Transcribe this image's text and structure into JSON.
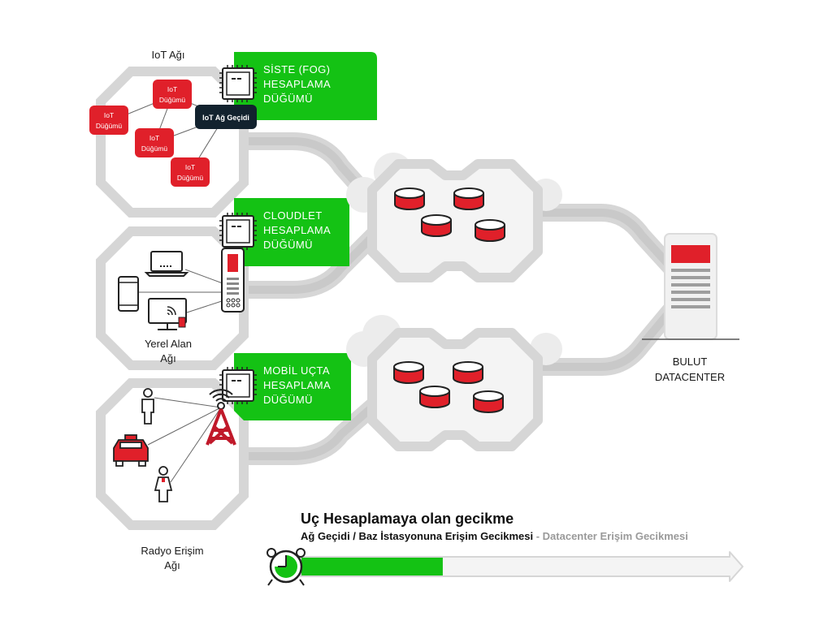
{
  "networks": {
    "iot_label": "IoT Ağı",
    "lan_label_line1": "Yerel Alan",
    "lan_label_line2": "Ağı",
    "ran_label_line1": "Radyo Erişim",
    "ran_label_line2": "Ağı"
  },
  "iot_nodes": {
    "line1": "IoT",
    "line2": "Düğümü"
  },
  "gateway_label": "IoT Ağ Geçidi",
  "compute_nodes": {
    "fog": [
      "SİSTE (FOG)",
      "HESAPLAMA",
      "DÜĞÜMÜ"
    ],
    "cloudlet": [
      "CLOUDLET",
      "HESAPLAMA",
      "DÜĞÜMÜ"
    ],
    "mobile": [
      "MOBİL UÇTA",
      "HESAPLAMA",
      "DÜĞÜMÜ"
    ]
  },
  "datacenter": {
    "line1": "BULUT",
    "line2": "DATACENTER"
  },
  "latency": {
    "title": "Uç Hesaplamaya olan gecikme",
    "gateway_part": "Ağ Geçidi / Baz İstasyonuna Erişim Gecikmesi",
    "separator": " - ",
    "datacenter_part": "Datacenter Erişim Gecikmesi",
    "progress_fraction": 0.33
  },
  "colors": {
    "green": "#14c214",
    "red": "#e0202a",
    "grey": "#d6d6d6",
    "dark": "#12222e"
  }
}
